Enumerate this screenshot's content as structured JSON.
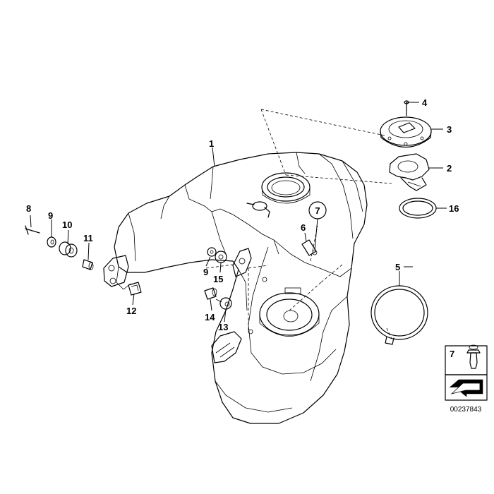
{
  "diagram": {
    "part_numbers": {
      "p1": "1",
      "p2": "2",
      "p3": "3",
      "p4": "4",
      "p5": "5",
      "p6": "6",
      "p7_callout": "7",
      "p8": "8",
      "p9_top": "9",
      "p9_mid": "9",
      "p10": "10",
      "p11": "11",
      "p12": "12",
      "p13": "13",
      "p14": "14",
      "p15": "15",
      "p16": "16"
    },
    "legend_box": {
      "number": "7"
    },
    "reference_code": "00237843",
    "colors": {
      "line": "#000000",
      "background": "#ffffff",
      "tank_fill": "#fdfdfd",
      "legend_arrow": "#000000"
    }
  }
}
